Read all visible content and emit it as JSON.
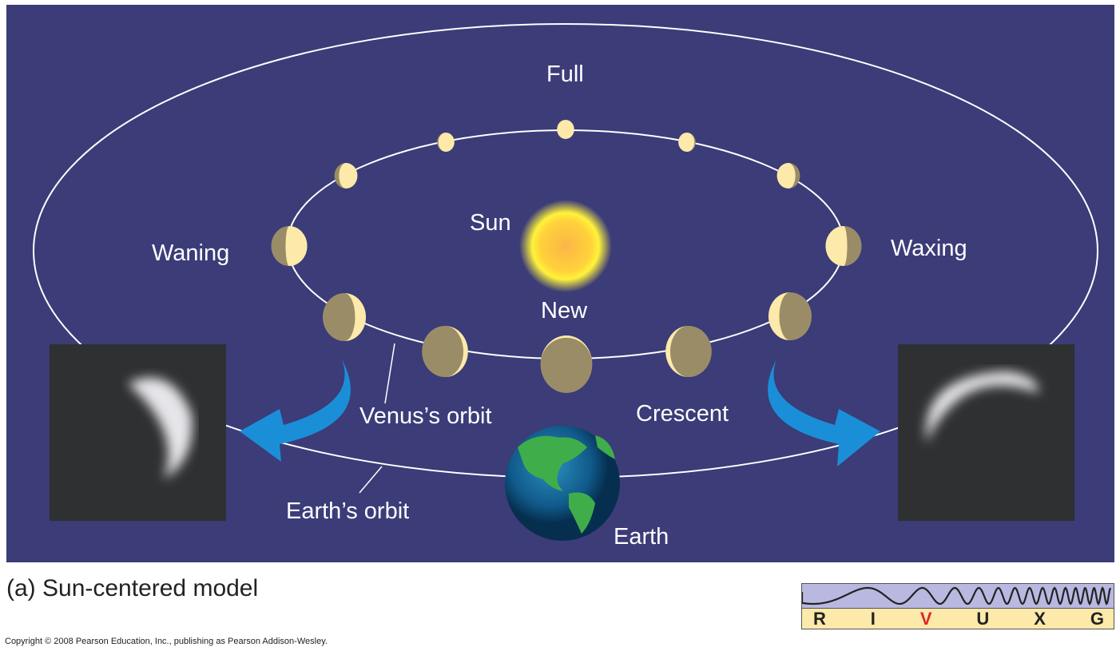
{
  "diagram": {
    "labels": {
      "full": "Full",
      "sun": "Sun",
      "waning": "Waning",
      "waxing": "Waxing",
      "new": "New",
      "venus_orbit": "Venus’s orbit",
      "crescent": "Crescent",
      "earth_orbit": "Earth’s orbit",
      "earth": "Earth"
    },
    "venus_phases": [
      {
        "name": "full",
        "illuminated": 1.0,
        "lit_side": "front"
      },
      {
        "name": "gibbous-left",
        "illuminated": 0.93,
        "lit_side": "right"
      },
      {
        "name": "gibbous-right",
        "illuminated": 0.93,
        "lit_side": "left"
      },
      {
        "name": "gibbous-left-2",
        "illuminated": 0.8,
        "lit_side": "right"
      },
      {
        "name": "gibbous-right-2",
        "illuminated": 0.8,
        "lit_side": "left"
      },
      {
        "name": "half-left",
        "illuminated": 0.6,
        "lit_side": "right"
      },
      {
        "name": "half-right",
        "illuminated": 0.6,
        "lit_side": "left"
      },
      {
        "name": "crescent-left",
        "illuminated": 0.25,
        "lit_side": "right"
      },
      {
        "name": "crescent-right",
        "illuminated": 0.25,
        "lit_side": "left"
      },
      {
        "name": "thin-crescent-left",
        "illuminated": 0.1,
        "lit_side": "right"
      },
      {
        "name": "thin-crescent-right",
        "illuminated": 0.1,
        "lit_side": "left"
      },
      {
        "name": "new",
        "illuminated": 0.04,
        "lit_side": "top"
      }
    ],
    "colors": {
      "background": "#3b3c78",
      "venus_lit": "#fde9a9",
      "venus_dark": "#9b8c68",
      "arrow": "#1a8fd8"
    }
  },
  "caption": "(a) Sun-centered model",
  "copyright": "Copyright © 2008 Pearson Education, Inc., publishing as Pearson Addison-Wesley.",
  "spectrum": {
    "letters": [
      "R",
      "I",
      "V",
      "U",
      "X",
      "G"
    ],
    "highlighted": "V"
  }
}
